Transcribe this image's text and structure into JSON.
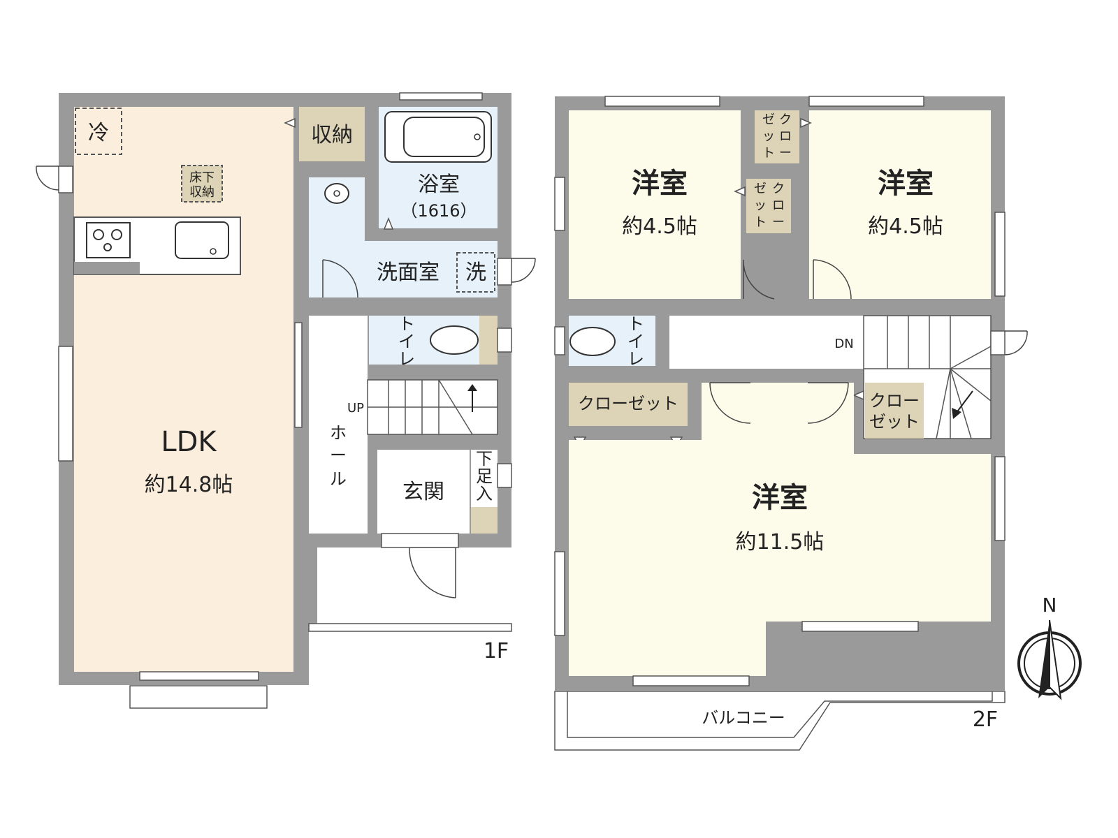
{
  "floors": {
    "first_label": "1F",
    "second_label": "2F"
  },
  "first_floor": {
    "ldk": {
      "name": "LDK",
      "size": "約14.8帖"
    },
    "fridge": "冷",
    "underfloor_storage": [
      "床下",
      "収納"
    ],
    "storage": "収納",
    "bathroom": {
      "name": "浴室",
      "spec": "（1616）"
    },
    "washroom": "洗面室",
    "washer": "洗",
    "toilet": [
      "ト",
      "イ",
      "レ"
    ],
    "up": "UP",
    "hall": [
      "ホ",
      "ー",
      "ル"
    ],
    "entrance": "玄関",
    "shoe_box": [
      "下",
      "足",
      "入"
    ]
  },
  "second_floor": {
    "room_left": {
      "name": "洋室",
      "size": "約4.5帖"
    },
    "room_right": {
      "name": "洋室",
      "size": "約4.5帖"
    },
    "room_main": {
      "name": "洋室",
      "size": "約11.5帖"
    },
    "closet_small": [
      "ク",
      "ロ",
      "ー",
      "ゼ",
      "ッ",
      "ト"
    ],
    "closet_wide": "クローゼット",
    "closet_stair": [
      "クロー",
      "ゼット"
    ],
    "toilet": [
      "ト",
      "イ",
      "レ"
    ],
    "down": "DN",
    "balcony": "バルコニー"
  },
  "compass": {
    "north": "N"
  },
  "colors": {
    "wall": "#9a9a9a",
    "ldk": "#fbeedc",
    "wet": "#e6f1fa",
    "bedroom": "#fdfbea",
    "storage": "#ddd3b6",
    "hall": "#ffffff"
  }
}
